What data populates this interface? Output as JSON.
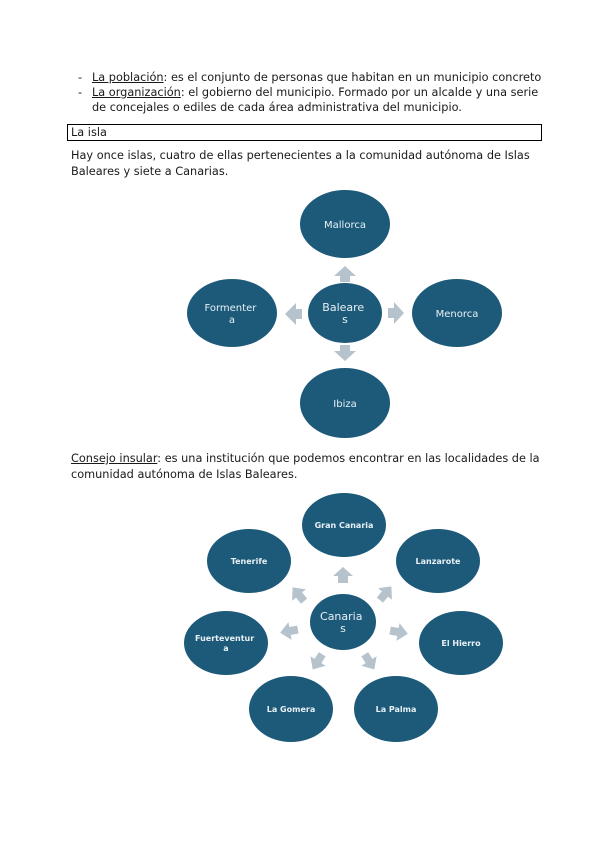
{
  "bullets": [
    {
      "term": "La población",
      "text": ": es el conjunto de personas que habitan en un municipio concreto"
    },
    {
      "term": "La organización",
      "text": ": el gobierno del municipio. Formado por un alcalde y una serie de concejales o ediles de cada área administrativa del municipio."
    }
  ],
  "section_heading": "La isla",
  "paragraph1": "Hay once islas, cuatro de ellas pertenecientes a la comunidad autónoma de Islas Baleares y siete a Canarias.",
  "diagram1": {
    "center": [
      "Baleare",
      "s"
    ],
    "nodes": {
      "top": [
        "Mallorca"
      ],
      "right": [
        "Menorca"
      ],
      "bottom": [
        "Ibiza"
      ],
      "left": [
        "Formenter",
        "a"
      ]
    }
  },
  "paragraph2": {
    "term": "Consejo insular",
    "text": ": es una institución que podemos encontrar en las localidades de la comunidad autónoma de Islas Baleares."
  },
  "diagram2": {
    "center": [
      "Canaria",
      "s"
    ],
    "nodes": {
      "gran_canaria": [
        "Gran Canaria"
      ],
      "lanzarote": [
        "Lanzarote"
      ],
      "el_hierro": [
        "El Hierro"
      ],
      "la_palma": [
        "La Palma"
      ],
      "la_gomera": [
        "La Gomera"
      ],
      "fuerteventura": [
        "Fuerteventur",
        "a"
      ],
      "tenerife": [
        "Tenerife"
      ]
    }
  },
  "colors": {
    "node_fill": "#1d5a7a",
    "arrow_fill": "#b7c3cc"
  }
}
